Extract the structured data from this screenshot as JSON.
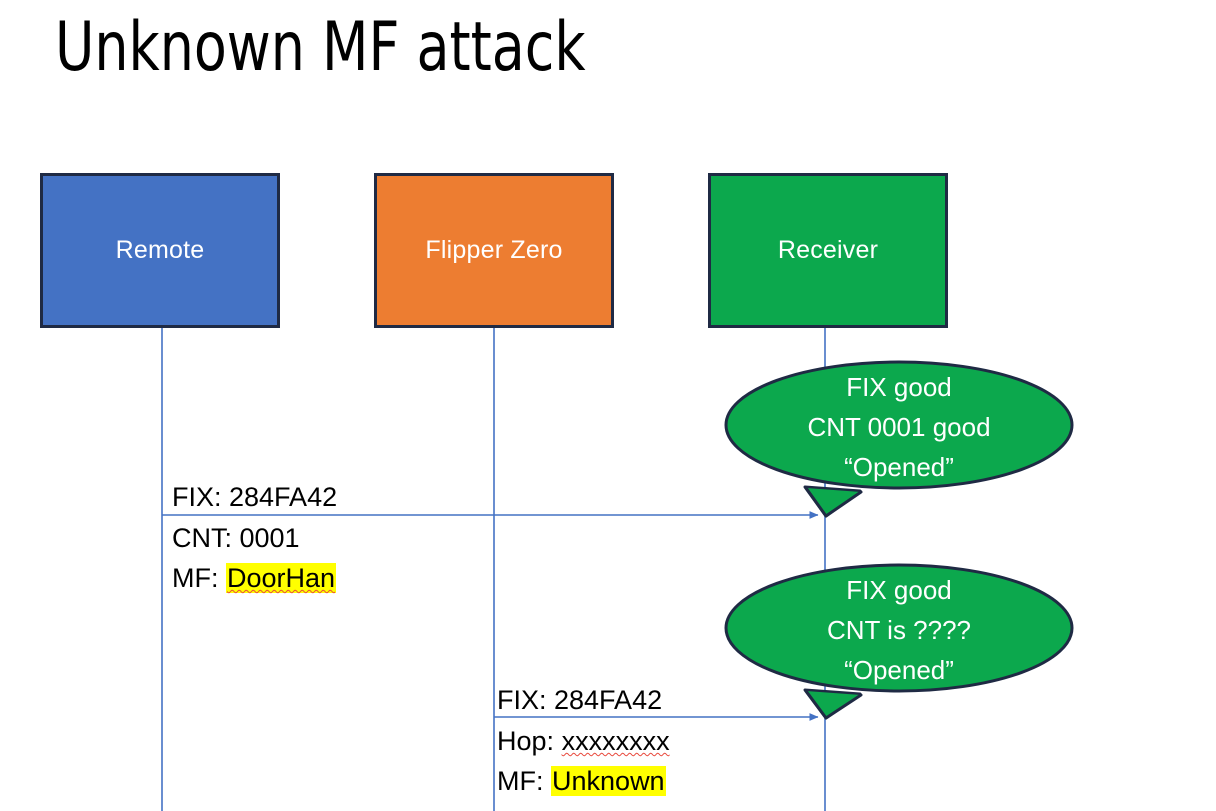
{
  "slide": {
    "title": "Unknown MF attack",
    "background": "#FFFFFF"
  },
  "colors": {
    "remote_fill": "#4472C4",
    "flipper_fill": "#ED7D31",
    "receiver_fill": "#0CA84D",
    "box_border": "#1F2A44",
    "lifeline": "#4472C4",
    "arrow": "#4472C4",
    "callout_fill": "#0CA84D",
    "callout_border": "#1F2A44",
    "highlight": "#FFFF00",
    "spellcheck_underline": "#E8483C"
  },
  "actors": [
    {
      "id": "remote",
      "label": "Remote"
    },
    {
      "id": "flipper",
      "label": "Flipper Zero"
    },
    {
      "id": "receiver",
      "label": "Receiver"
    }
  ],
  "messages": [
    {
      "id": "msg-1",
      "from": "remote",
      "to": "receiver",
      "label_above": "FIX: 284FA42",
      "label_below_line_1_key": "CNT: 0001",
      "label_below_line_2_key": "MF:",
      "label_below_line_2_value": "DoorHan",
      "value_highlighted": true,
      "value_spellchecked": true
    },
    {
      "id": "msg-2",
      "from": "flipper",
      "to": "receiver",
      "label_above": "FIX: 284FA42",
      "label_below_line_1_key": "Hop:",
      "label_below_line_1_value": "xxxxxxxx",
      "line_1_value_spellchecked": true,
      "label_below_line_2_key": "MF:",
      "label_below_line_2_value": "Unknown",
      "value_highlighted": true,
      "value_spellchecked": false
    }
  ],
  "callouts": [
    {
      "id": "callout-1",
      "anchor": "receiver",
      "lines": [
        "FIX good",
        "CNT 0001 good",
        "“Opened”"
      ]
    },
    {
      "id": "callout-2",
      "anchor": "receiver",
      "lines": [
        "FIX good",
        "CNT is ????",
        "“Opened”"
      ]
    }
  ]
}
